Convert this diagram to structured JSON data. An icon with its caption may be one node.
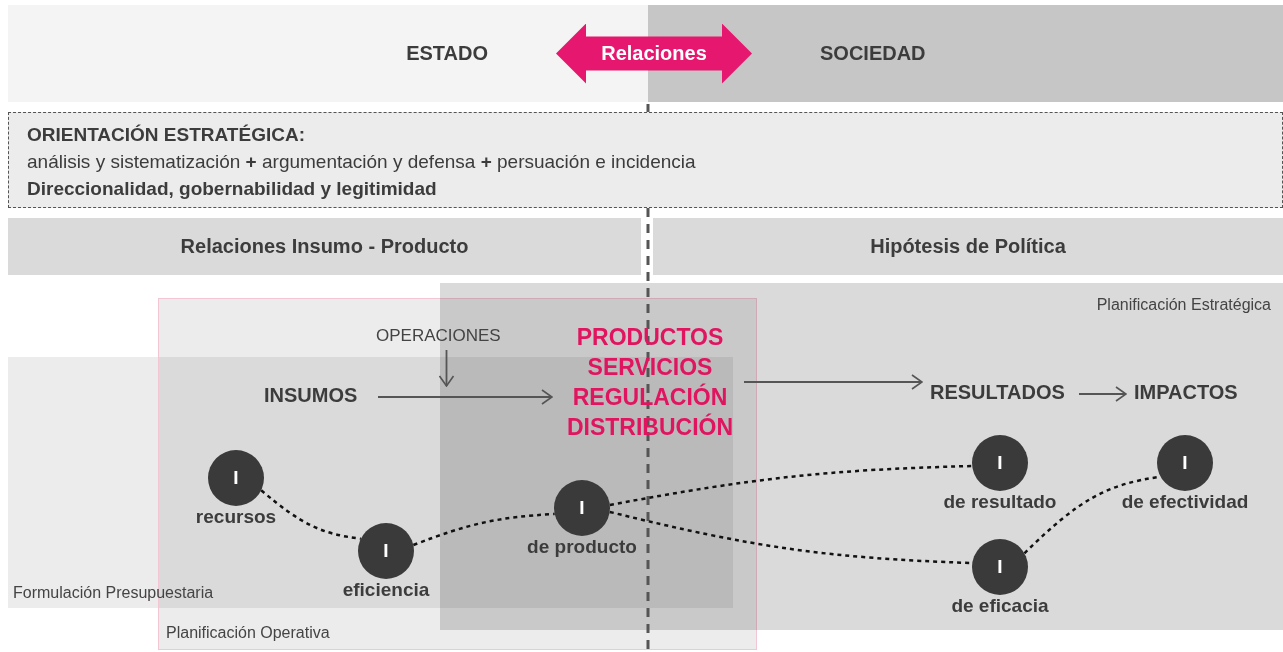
{
  "diagram": {
    "nodes": [
      {
        "text": [
          "ESTADO"
        ]
      },
      {
        "text": [
          "SOCIEDAD"
        ]
      },
      {
        "text": [
          "ORIENTACIÓN ESTRATÉGICA:",
          "análisis y sistematización **+** argumentación y defensa **+** persuación e incidencia",
          "Direccionalidad, gobernabilidad y legitimidad"
        ]
      },
      {
        "text": [
          "Relaciones Insumo - Producto"
        ]
      },
      {
        "text": [
          "Hipótesis de Política"
        ]
      },
      {
        "text": [
          "OPERACIONES"
        ]
      },
      {
        "text": [
          "INSUMOS"
        ]
      },
      {
        "text": [
          "PRODUCTOS SERVICIOS REGULACIÓN DISTRIBUCIÓN"
        ]
      },
      {
        "text": [
          "RESULTADOS"
        ]
      },
      {
        "text": [
          "IMPACTOS"
        ]
      },
      {
        "text": [
          "I",
          "recursos"
        ]
      },
      {
        "text": [
          "I",
          "eficiencia"
        ]
      },
      {
        "text": [
          "I",
          "de producto"
        ]
      },
      {
        "text": [
          "I",
          "de resultado"
        ]
      },
      {
        "text": [
          "I",
          "de efectividad"
        ]
      },
      {
        "text": [
          "I",
          "de eficacia"
        ]
      }
    ],
    "edges": [
      {
        "from": 0,
        "to": 1,
        "arrow": "both",
        "label": "Relaciones",
        "style": "thick",
        "color": "#e6176f"
      },
      {
        "from": 5,
        "to": null,
        "arrow": "to"
      },
      {
        "from": 6,
        "to": 7,
        "arrow": "to"
      },
      {
        "from": 7,
        "to": 8,
        "arrow": "to"
      },
      {
        "from": 8,
        "to": 9,
        "arrow": "to"
      },
      {
        "from": 10,
        "to": 11,
        "arrow": "none",
        "style": "dashed",
        "color": "#111111"
      },
      {
        "from": 11,
        "to": 12,
        "arrow": "none",
        "style": "dashed",
        "color": "#111111"
      },
      {
        "from": 12,
        "to": 13,
        "arrow": "none",
        "style": "dashed",
        "color": "#111111"
      },
      {
        "from": 12,
        "to": 15,
        "arrow": "none",
        "style": "dashed",
        "color": "#111111"
      },
      {
        "from": 15,
        "to": 14,
        "arrow": "none",
        "style": "dashed",
        "color": "#111111"
      }
    ],
    "labels": [
      "Planificación Estratégica",
      "Formulación Presupuestaria",
      "Planificación Operativa"
    ]
  }
}
